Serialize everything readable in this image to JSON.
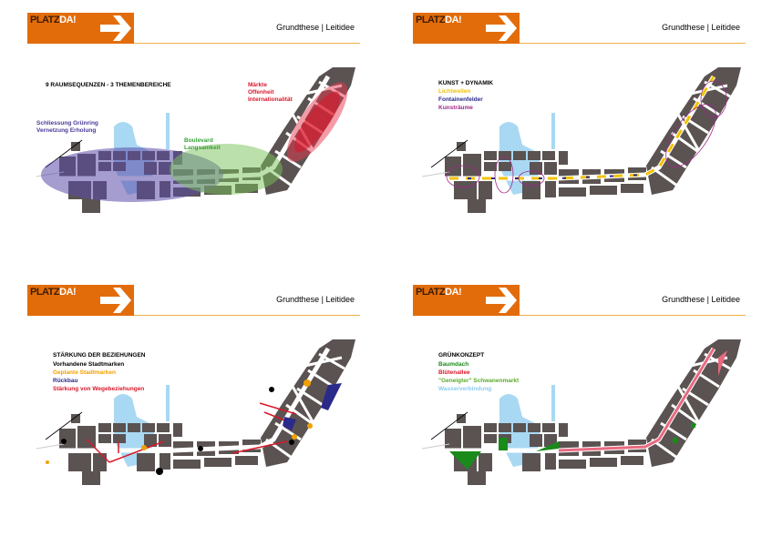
{
  "logo": {
    "part1": "PLATZ",
    "part2": "DA!"
  },
  "header_title": "Grundthese | Leitidee",
  "panels": [
    {
      "heading": "9 RAUMSEQUENZEN - 3 THEMENBEREICHE",
      "labels": [
        {
          "text": "Märkte",
          "color": "#d9182a"
        },
        {
          "text": "Offenheit",
          "color": "#d9182a"
        },
        {
          "text": "Internationalität",
          "color": "#d9182a"
        },
        {
          "text": "Schliessung Grünring",
          "color": "#4a3a9a"
        },
        {
          "text": "Vernetzung Erholung",
          "color": "#4a3a9a"
        },
        {
          "text": "Boulevard",
          "color": "#3aa03a"
        },
        {
          "text": "Langsamkeit",
          "color": "#3aa03a"
        }
      ]
    },
    {
      "heading": "KUNST + DYNAMIK",
      "legend": [
        {
          "text": "Lichtwellen",
          "color": "#f2c200"
        },
        {
          "text": "Fontainenfelder",
          "color": "#2a2a8a"
        },
        {
          "text": "Kunsträume",
          "color": "#a0288a"
        }
      ]
    },
    {
      "heading": "STÄRKUNG DER BEZIEHUNGEN",
      "legend": [
        {
          "text": "Vorhandene Stadtmarken",
          "color": "#000000"
        },
        {
          "text": "Geplante Stadtmarken",
          "color": "#f0a000"
        },
        {
          "text": "Rückbau",
          "color": "#2a2a8a"
        },
        {
          "text": "Stärkung von Wegebeziehungen",
          "color": "#d9182a"
        }
      ]
    },
    {
      "heading": "GRÜNKONZEPT",
      "legend": [
        {
          "text": "Baumdach",
          "color": "#1a8a1a"
        },
        {
          "text": "Blütenallee",
          "color": "#d9182a"
        },
        {
          "text": "\"Geneigter\" Schwanenmarkt",
          "color": "#5aaa2a"
        },
        {
          "text": "Wasserverbindung",
          "color": "#8ccbee"
        }
      ]
    }
  ]
}
